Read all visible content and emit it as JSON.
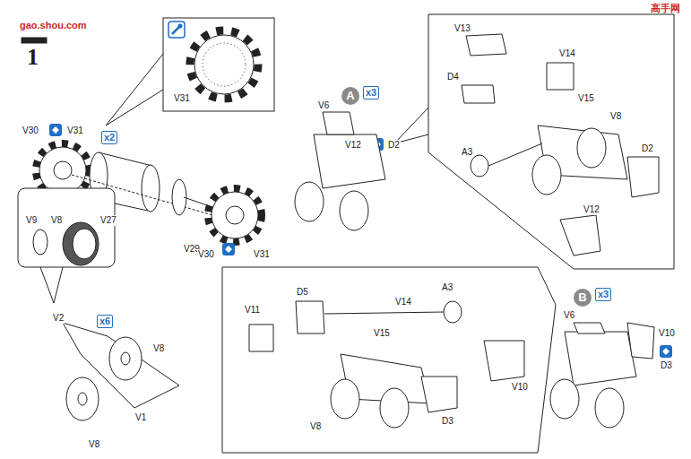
{
  "diagram": {
    "labels": [
      "高手网",
      "gao.shou.com",
      "1",
      "V30",
      "V31",
      "x2",
      "V27",
      "V31",
      "V29",
      "V30",
      "V31",
      "V9",
      "V8",
      "x6",
      "V2",
      "V8",
      "V1",
      "V8",
      "A",
      "x3",
      "V6",
      "V12",
      "D2",
      "V13",
      "V14",
      "D4",
      "V15",
      "V8",
      "A3",
      "D2",
      "V12",
      "D5",
      "V11",
      "V14",
      "A3",
      "V15",
      "V10",
      "V8",
      "D3",
      "B",
      "x3",
      "V6",
      "V10",
      "D3"
    ]
  }
}
